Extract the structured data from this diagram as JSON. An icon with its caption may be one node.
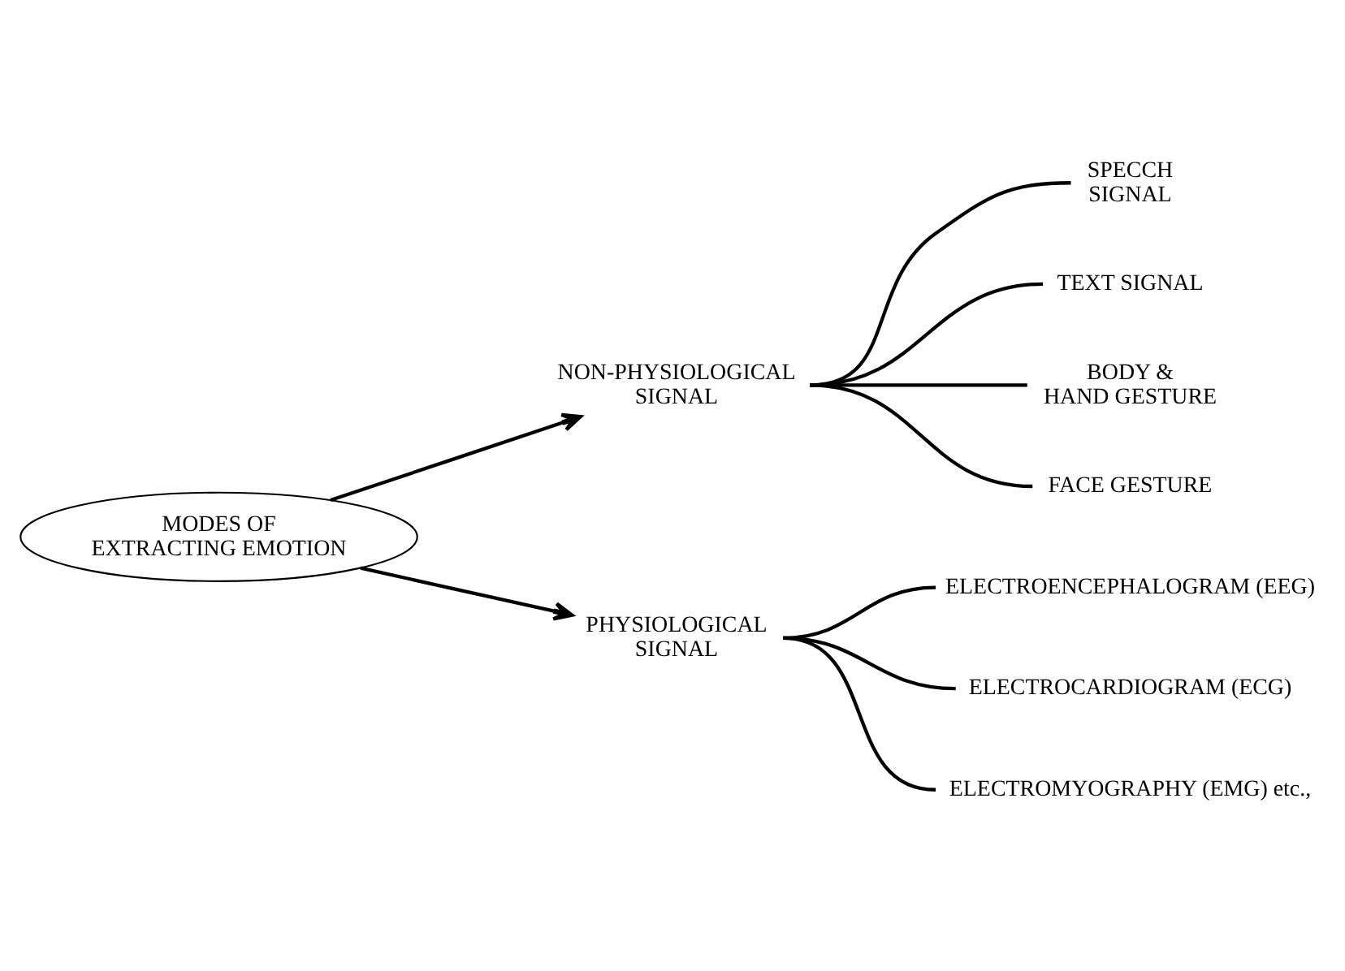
{
  "diagram": {
    "nodes": [
      {
        "text": [
          "MODES OF EXTRACTING EMOTION"
        ]
      },
      {
        "text": [
          "NON-PHYSIOLOGICAL SIGNAL"
        ]
      },
      {
        "text": [
          "SPECCH SIGNAL"
        ]
      },
      {
        "text": [
          "TEXT SIGNAL"
        ]
      },
      {
        "text": [
          "BODY & HAND GESTURE"
        ]
      },
      {
        "text": [
          "FACE GESTURE"
        ]
      },
      {
        "text": [
          "PHYSIOLOGICAL SIGNAL"
        ]
      },
      {
        "text": [
          "ELECTROENCEPHALOGRAM (EEG)"
        ]
      },
      {
        "text": [
          "ELECTROCARDIOGRAM (ECG)"
        ]
      },
      {
        "text": [
          "ELECTROMYOGRAPHY (EMG) etc.,"
        ]
      }
    ],
    "edges": [
      {
        "from": 0,
        "to": 1,
        "arrow": "to"
      },
      {
        "from": 0,
        "to": 6,
        "arrow": "to"
      },
      {
        "from": 1,
        "to": 2,
        "arrow": "none"
      },
      {
        "from": 1,
        "to": 3,
        "arrow": "none"
      },
      {
        "from": 1,
        "to": 4,
        "arrow": "none"
      },
      {
        "from": 1,
        "to": 5,
        "arrow": "none"
      },
      {
        "from": 6,
        "to": 7,
        "arrow": "none"
      },
      {
        "from": 6,
        "to": 8,
        "arrow": "none"
      },
      {
        "from": 6,
        "to": 9,
        "arrow": "none"
      }
    ]
  }
}
